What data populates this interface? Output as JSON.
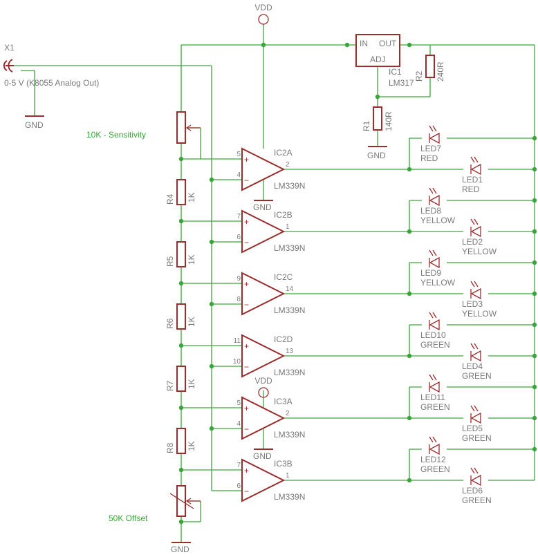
{
  "labels": {
    "vdd_top": "VDD",
    "x1": "X1",
    "x1_value": "0-5 V  (K8055 Analog Out)",
    "gnd_x1": "GND",
    "sensitivity": "10K - Sensitivity",
    "offset": "50K Offset",
    "gnd_bottom": "GND",
    "ic1": "IC1",
    "ic1_value": "LM317",
    "ic1_in": "IN",
    "ic1_out": "OUT",
    "ic1_adj": "ADJ",
    "r1": "R1",
    "r1_value": "140R",
    "r2": "R2",
    "r2_value": "240R",
    "gnd_r1": "GND",
    "vdd_ic3": "VDD",
    "gnd_ic2": "GND",
    "gnd_ic3": "GND"
  },
  "resistors": [
    {
      "name": "R4",
      "value": "1K"
    },
    {
      "name": "R5",
      "value": "1K"
    },
    {
      "name": "R6",
      "value": "1K"
    },
    {
      "name": "R7",
      "value": "1K"
    },
    {
      "name": "R8",
      "value": "1K"
    }
  ],
  "comparators": [
    {
      "name": "IC2A",
      "value": "LM339N",
      "pin_plus": "5",
      "pin_minus": "4",
      "pin_out": "2"
    },
    {
      "name": "IC2B",
      "value": "LM339N",
      "pin_plus": "7",
      "pin_minus": "6",
      "pin_out": "1"
    },
    {
      "name": "IC2C",
      "value": "LM339N",
      "pin_plus": "9",
      "pin_minus": "8",
      "pin_out": "14"
    },
    {
      "name": "IC2D",
      "value": "LM339N",
      "pin_plus": "11",
      "pin_minus": "10",
      "pin_out": "13"
    },
    {
      "name": "IC3A",
      "value": "LM339N",
      "pin_plus": "5",
      "pin_minus": "4",
      "pin_out": "2"
    },
    {
      "name": "IC3B",
      "value": "LM339N",
      "pin_plus": "7",
      "pin_minus": "6",
      "pin_out": "1"
    }
  ],
  "led_pairs": [
    {
      "upper_name": "LED7",
      "upper_color": "RED",
      "lower_name": "LED1",
      "lower_color": "RED"
    },
    {
      "upper_name": "LED8",
      "upper_color": "YELLOW",
      "lower_name": "LED2",
      "lower_color": "YELLOW"
    },
    {
      "upper_name": "LED9",
      "upper_color": "YELLOW",
      "lower_name": "LED3",
      "lower_color": "YELLOW"
    },
    {
      "upper_name": "LED10",
      "upper_color": "GREEN",
      "lower_name": "LED4",
      "lower_color": "GREEN"
    },
    {
      "upper_name": "LED11",
      "upper_color": "GREEN",
      "lower_name": "LED5",
      "lower_color": "GREEN"
    },
    {
      "upper_name": "LED12",
      "upper_color": "GREEN",
      "lower_name": "LED6",
      "lower_color": "GREEN"
    }
  ],
  "colors": {
    "wire": "#3aa63a",
    "part": "#9b2c2c",
    "text": "#7a7a7a"
  }
}
